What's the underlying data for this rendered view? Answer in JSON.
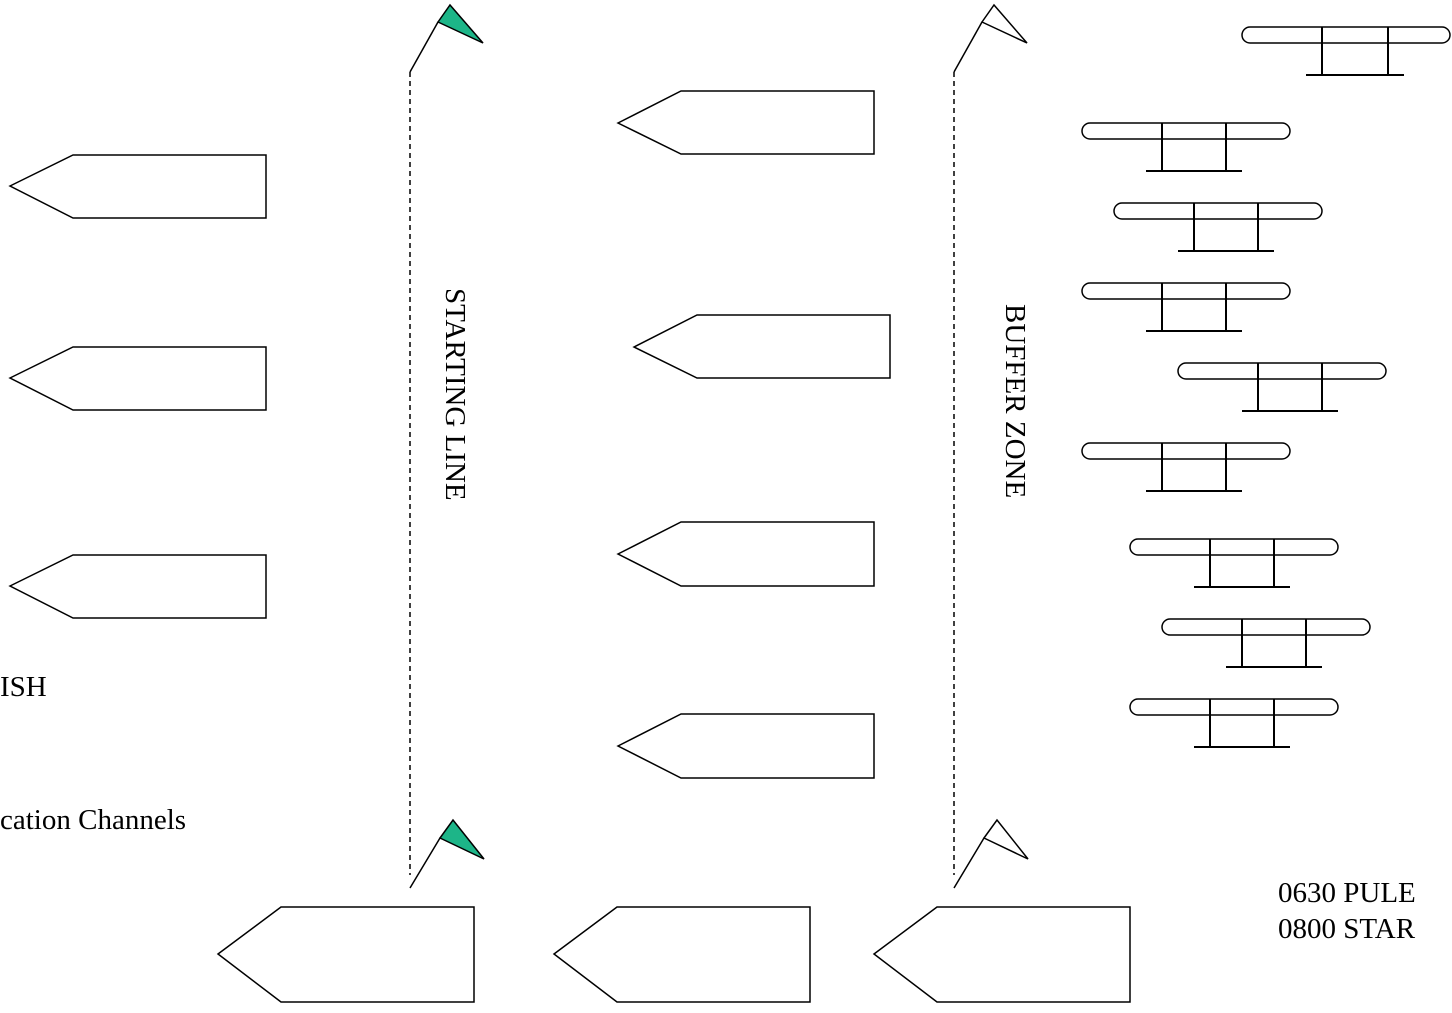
{
  "labels": {
    "starting_line": "STARTING LINE",
    "buffer_zone": "BUFFER ZONE",
    "left_1": "ISH",
    "left_2": "cation Channels",
    "right_1": "0630 PULE",
    "right_2": "0800 STAR"
  },
  "colors": {
    "start_flag": "#1db588",
    "buffer_flag": "#ffffff",
    "line": "#000000"
  },
  "markers": {
    "starting_line_flags": "green-flag-icon",
    "buffer_zone_flags": "white-flag-icon",
    "boats": "boat-icon",
    "canoes": "outrigger-canoe-icon"
  }
}
